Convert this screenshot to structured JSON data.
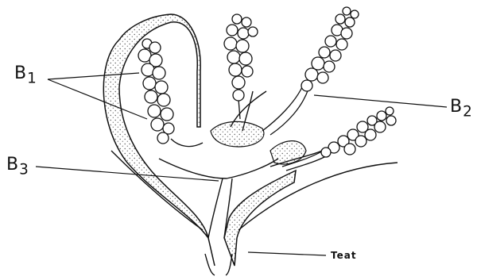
{
  "labels": {
    "b1": "B",
    "b1_sub": "1",
    "b2": "B",
    "b2_sub": "2",
    "b3": "B",
    "b3_sub": "3",
    "teat": "Teat"
  },
  "colors": {
    "ink": "#111111",
    "stipple": "#555555",
    "alveolus_fill": "#ffffff"
  }
}
